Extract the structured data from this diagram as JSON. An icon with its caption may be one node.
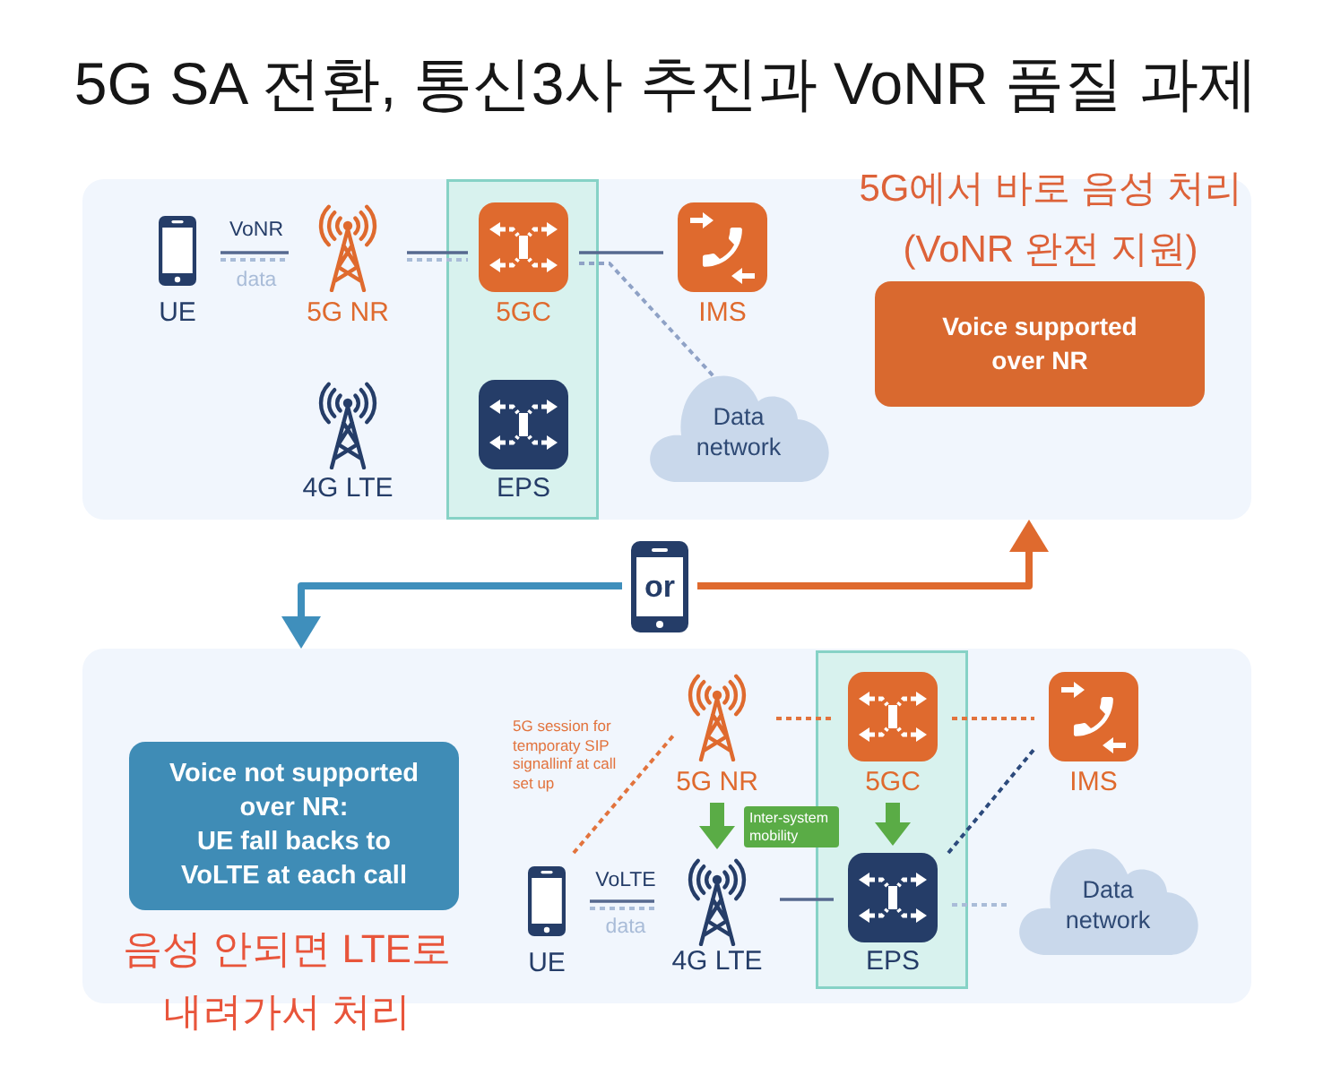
{
  "diagram": {
    "title": "5G SA 전환, 통신3사 추진과 VoNR 품질 과제",
    "nodes": [
      {
        "text": [],
        "shape": "box"
      },
      {
        "text": [
          "UE"
        ],
        "in": 0
      },
      {
        "text": [
          "5G NR"
        ],
        "in": 0
      },
      {
        "text": [],
        "shape": "box",
        "in": 0
      },
      {
        "text": [
          "5GC"
        ],
        "in": 3
      },
      {
        "text": [
          "IMS"
        ],
        "in": 0
      },
      {
        "text": [
          "4G LTE"
        ],
        "in": 0
      },
      {
        "text": [
          "EPS"
        ],
        "in": 3
      },
      {
        "text": [
          "Data network"
        ],
        "in": 0
      },
      {
        "text": [
          "Voice supported over NR"
        ],
        "in": 0
      },
      {
        "text": [
          "or"
        ]
      },
      {
        "text": [],
        "shape": "box"
      },
      {
        "text": [
          "Voice not supported over NR:",
          "UE fall backs to VoLTE at each call"
        ],
        "in": 11
      },
      {
        "text": [
          "5G NR"
        ],
        "in": 11
      },
      {
        "text": [],
        "shape": "box",
        "in": 11
      },
      {
        "text": [
          "5GC"
        ],
        "in": 14
      },
      {
        "text": [
          "IMS"
        ],
        "in": 11
      },
      {
        "text": [
          "Inter-system mobility"
        ],
        "in": 11
      },
      {
        "text": [
          "UE"
        ],
        "in": 11
      },
      {
        "text": [
          "4G LTE"
        ],
        "in": 11
      },
      {
        "text": [
          "EPS"
        ],
        "in": 14
      },
      {
        "text": [
          "Data network"
        ],
        "in": 11
      }
    ],
    "edges": [
      {
        "from": 1,
        "to": 2,
        "arrow": "none",
        "label": "VoNR"
      },
      {
        "from": 1,
        "to": 2,
        "arrow": "none",
        "label": "data",
        "style": "dashed",
        "color": "#a9bcd8"
      },
      {
        "from": 2,
        "to": 4,
        "arrow": "none"
      },
      {
        "from": 2,
        "to": 4,
        "arrow": "none",
        "style": "dashed",
        "color": "#a9bcd8"
      },
      {
        "from": 4,
        "to": 5,
        "arrow": "none"
      },
      {
        "from": 4,
        "to": 8,
        "arrow": "none",
        "style": "dashed",
        "color": "#8fa2c6"
      },
      {
        "from": 10,
        "to": 0,
        "arrow": "to",
        "style": "thick",
        "color": "#df6a2e"
      },
      {
        "from": 10,
        "to": 11,
        "arrow": "to",
        "style": "thick",
        "color": "#3f8fbc"
      },
      {
        "from": 18,
        "to": 19,
        "arrow": "none",
        "label": "VoLTE"
      },
      {
        "from": 18,
        "to": 19,
        "arrow": "none",
        "label": "data",
        "style": "dashed",
        "color": "#a9bcd8"
      },
      {
        "from": 18,
        "to": 13,
        "arrow": "none",
        "label": "5G session for temporaty SIP signallinf at call set up",
        "style": "dashed",
        "color": "#e2733d"
      },
      {
        "from": 13,
        "to": 15,
        "arrow": "none",
        "style": "dashed",
        "color": "#e2733d"
      },
      {
        "from": 15,
        "to": 16,
        "arrow": "none",
        "style": "dashed",
        "color": "#e2733d"
      },
      {
        "from": 13,
        "to": 19,
        "arrow": "to",
        "style": "thick",
        "color": "#5aac46"
      },
      {
        "from": 15,
        "to": 20,
        "arrow": "to",
        "style": "thick",
        "color": "#5aac46"
      },
      {
        "from": 19,
        "to": 20,
        "arrow": "none"
      },
      {
        "from": 20,
        "to": 16,
        "arrow": "none",
        "style": "dashed",
        "color": "#2c4a7c"
      },
      {
        "from": 20,
        "to": 21,
        "arrow": "none",
        "style": "dashed",
        "color": "#a9bcd8"
      }
    ],
    "labels": [
      "5G에서 바로 음성 처리 (VoNR 완전 지원)",
      "음성 안되면 LTE로 내려가서 처리"
    ]
  }
}
